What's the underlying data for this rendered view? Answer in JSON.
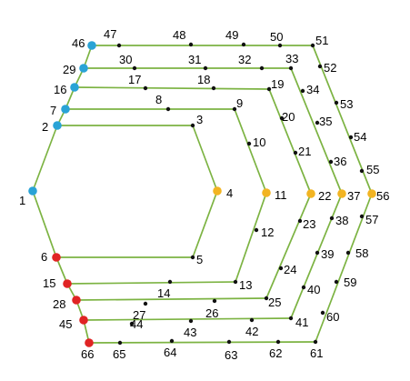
{
  "colors": {
    "edge": "#7cb342",
    "node_default": "#111111",
    "node_blue": "#29a3d6",
    "node_red": "#e02424",
    "node_orange": "#f2b422"
  },
  "nodes": [
    {
      "id": "1",
      "label": "1",
      "color": "blue"
    },
    {
      "id": "2",
      "label": "2",
      "color": "blue"
    },
    {
      "id": "3",
      "label": "3",
      "color": "default"
    },
    {
      "id": "4",
      "label": "4",
      "color": "orange"
    },
    {
      "id": "5",
      "label": "5",
      "color": "default"
    },
    {
      "id": "6",
      "label": "6",
      "color": "red"
    },
    {
      "id": "7",
      "label": "7",
      "color": "blue"
    },
    {
      "id": "8",
      "label": "8",
      "color": "default"
    },
    {
      "id": "9",
      "label": "9",
      "color": "default"
    },
    {
      "id": "10",
      "label": "10",
      "color": "default"
    },
    {
      "id": "11",
      "label": "11",
      "color": "orange"
    },
    {
      "id": "12",
      "label": "12",
      "color": "default"
    },
    {
      "id": "13",
      "label": "13",
      "color": "default"
    },
    {
      "id": "14",
      "label": "14",
      "color": "default"
    },
    {
      "id": "15",
      "label": "15",
      "color": "red"
    },
    {
      "id": "16",
      "label": "16",
      "color": "blue"
    },
    {
      "id": "17",
      "label": "17",
      "color": "default"
    },
    {
      "id": "18",
      "label": "18",
      "color": "default"
    },
    {
      "id": "19",
      "label": "19",
      "color": "default"
    },
    {
      "id": "20",
      "label": "20",
      "color": "default"
    },
    {
      "id": "21",
      "label": "21",
      "color": "default"
    },
    {
      "id": "22",
      "label": "22",
      "color": "orange"
    },
    {
      "id": "23",
      "label": "23",
      "color": "default"
    },
    {
      "id": "24",
      "label": "24",
      "color": "default"
    },
    {
      "id": "25",
      "label": "25",
      "color": "default"
    },
    {
      "id": "26",
      "label": "26",
      "color": "default"
    },
    {
      "id": "27",
      "label": "27",
      "color": "default"
    },
    {
      "id": "28",
      "label": "28",
      "color": "red"
    },
    {
      "id": "29",
      "label": "29",
      "color": "blue"
    },
    {
      "id": "30",
      "label": "30",
      "color": "default"
    },
    {
      "id": "31",
      "label": "31",
      "color": "default"
    },
    {
      "id": "32",
      "label": "32",
      "color": "default"
    },
    {
      "id": "33",
      "label": "33",
      "color": "default"
    },
    {
      "id": "34",
      "label": "34",
      "color": "default"
    },
    {
      "id": "35",
      "label": "35",
      "color": "default"
    },
    {
      "id": "36",
      "label": "36",
      "color": "default"
    },
    {
      "id": "37",
      "label": "37",
      "color": "orange"
    },
    {
      "id": "38",
      "label": "38",
      "color": "default"
    },
    {
      "id": "39",
      "label": "39",
      "color": "default"
    },
    {
      "id": "40",
      "label": "40",
      "color": "default"
    },
    {
      "id": "41",
      "label": "41",
      "color": "default"
    },
    {
      "id": "42",
      "label": "42",
      "color": "default"
    },
    {
      "id": "43",
      "label": "43",
      "color": "default"
    },
    {
      "id": "44",
      "label": "44",
      "color": "default"
    },
    {
      "id": "45",
      "label": "45",
      "color": "red"
    },
    {
      "id": "46",
      "label": "46",
      "color": "blue"
    },
    {
      "id": "47",
      "label": "47",
      "color": "default"
    },
    {
      "id": "48",
      "label": "48",
      "color": "default"
    },
    {
      "id": "49",
      "label": "49",
      "color": "default"
    },
    {
      "id": "50",
      "label": "50",
      "color": "default"
    },
    {
      "id": "51",
      "label": "51",
      "color": "default"
    },
    {
      "id": "52",
      "label": "52",
      "color": "default"
    },
    {
      "id": "53",
      "label": "53",
      "color": "default"
    },
    {
      "id": "54",
      "label": "54",
      "color": "default"
    },
    {
      "id": "55",
      "label": "55",
      "color": "default"
    },
    {
      "id": "56",
      "label": "56",
      "color": "orange"
    },
    {
      "id": "57",
      "label": "57",
      "color": "default"
    },
    {
      "id": "58",
      "label": "58",
      "color": "default"
    },
    {
      "id": "59",
      "label": "59",
      "color": "default"
    },
    {
      "id": "60",
      "label": "60",
      "color": "default"
    },
    {
      "id": "61",
      "label": "61",
      "color": "default"
    },
    {
      "id": "62",
      "label": "62",
      "color": "default"
    },
    {
      "id": "63",
      "label": "63",
      "color": "default"
    },
    {
      "id": "64",
      "label": "64",
      "color": "default"
    },
    {
      "id": "65",
      "label": "65",
      "color": "default"
    },
    {
      "id": "66",
      "label": "66",
      "color": "red"
    }
  ],
  "edges": [
    [
      "2",
      "3"
    ],
    [
      "3",
      "4"
    ],
    [
      "4",
      "5"
    ],
    [
      "5",
      "6"
    ],
    [
      "7",
      "9"
    ],
    [
      "9",
      "11"
    ],
    [
      "11",
      "13"
    ],
    [
      "13",
      "15"
    ],
    [
      "16",
      "19"
    ],
    [
      "19",
      "22"
    ],
    [
      "22",
      "25"
    ],
    [
      "25",
      "28"
    ],
    [
      "29",
      "33"
    ],
    [
      "33",
      "37"
    ],
    [
      "37",
      "41"
    ],
    [
      "41",
      "45"
    ],
    [
      "46",
      "51"
    ],
    [
      "51",
      "56"
    ],
    [
      "56",
      "61"
    ],
    [
      "61",
      "66"
    ],
    [
      "46",
      "29"
    ],
    [
      "29",
      "16"
    ],
    [
      "16",
      "7"
    ],
    [
      "7",
      "2"
    ],
    [
      "2",
      "1"
    ],
    [
      "1",
      "6"
    ],
    [
      "6",
      "15"
    ],
    [
      "15",
      "28"
    ],
    [
      "28",
      "45"
    ],
    [
      "45",
      "66"
    ]
  ]
}
